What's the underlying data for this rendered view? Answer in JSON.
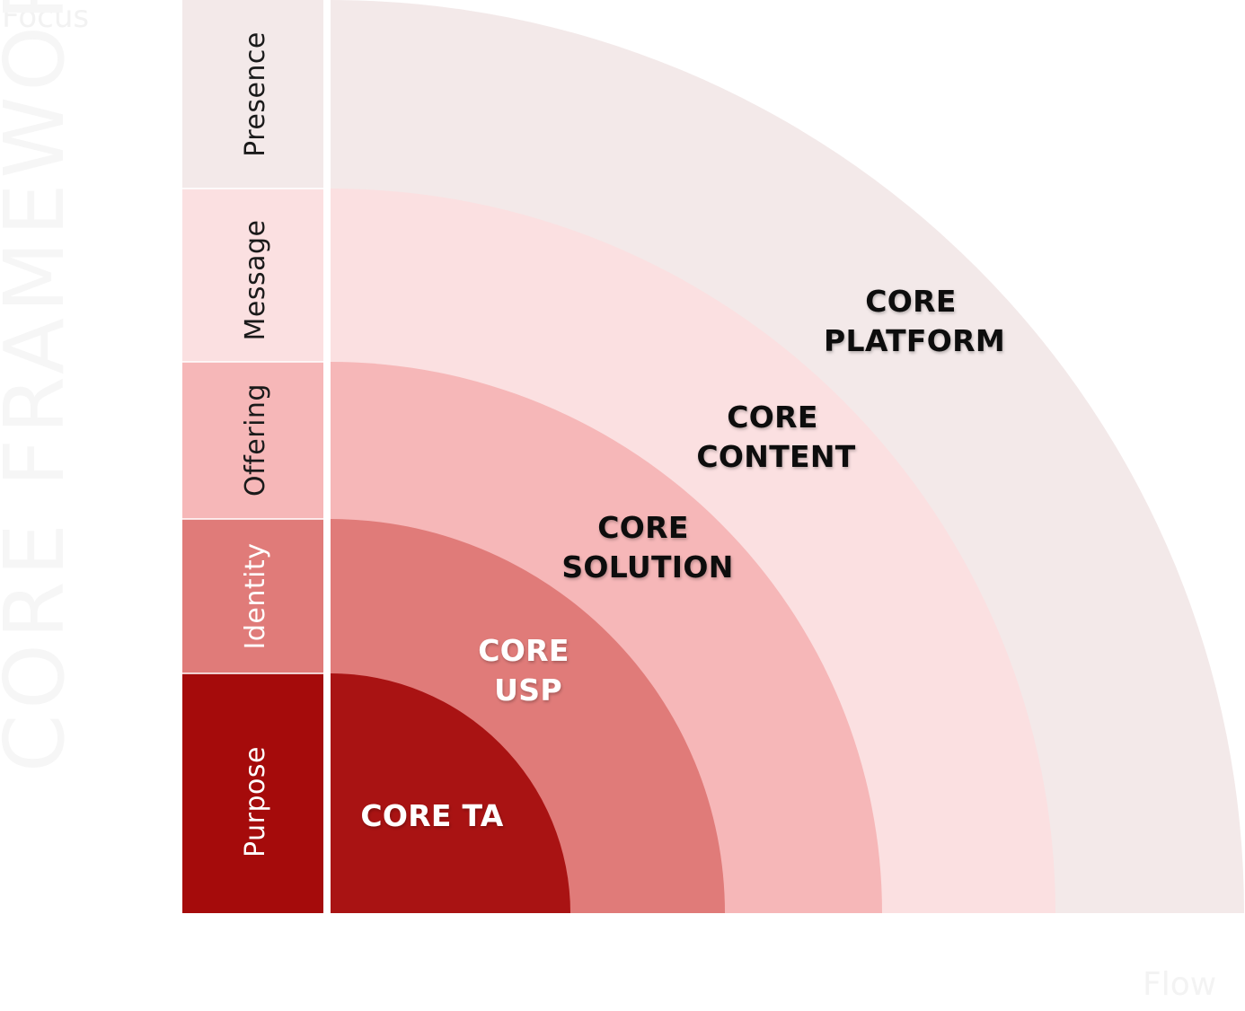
{
  "faint_marks": {
    "top_left": "Focus",
    "side_watermark": "CORE FRAMEWORK",
    "bottom_right": "Flow"
  },
  "bands": [
    {
      "label": "Presence",
      "color": "#f3e9e9",
      "text_color": "#1a1a1a"
    },
    {
      "label": "Message",
      "color": "#fbe0e1",
      "text_color": "#1a1a1a"
    },
    {
      "label": "Offering",
      "color": "#f6b7b8",
      "text_color": "#1a1a1a"
    },
    {
      "label": "Identity",
      "color": "#e07b79",
      "text_color": "#ffffff"
    },
    {
      "label": "Purpose",
      "color": "#a50b0b",
      "text_color": "#ffffff"
    }
  ],
  "arcs": [
    {
      "line1": "CORE",
      "line2": "PLATFORM",
      "color": "#f3e9e9",
      "text_color": "#111111"
    },
    {
      "line1": "CORE",
      "line2": "CONTENT",
      "color": "#fbe0e1",
      "text_color": "#111111"
    },
    {
      "line1": "CORE",
      "line2": "SOLUTION",
      "color": "#f6b7b8",
      "text_color": "#111111"
    },
    {
      "line1": "CORE",
      "line2": "USP",
      "color": "#e07b79",
      "text_color": "#ffffff"
    },
    {
      "line1": "CORE TA",
      "line2": "",
      "color": "#a91313",
      "text_color": "#ffffff"
    }
  ]
}
